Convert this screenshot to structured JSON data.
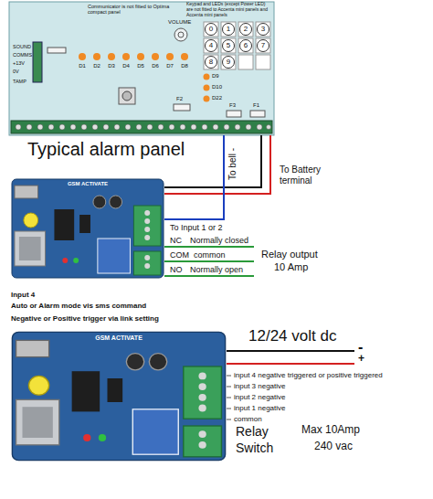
{
  "diagram": {
    "nodes": [
      {
        "text": [
          "Typical alarm panel"
        ]
      },
      {
        "text": [
          "GSM ACTIVATE"
        ]
      },
      {
        "text": [
          "GSM ACTIVATE"
        ]
      }
    ],
    "edges": [
      {
        "from": 1,
        "to": 0,
        "arrow": "none"
      },
      {
        "from": 1,
        "to": 0,
        "arrow": "none"
      },
      {
        "from": 1,
        "to": 0,
        "arrow": "none"
      }
    ],
    "labels": [
      "Communicator is not fitted to Optima compact panel",
      "Keypad and LEDs (except Power LED) are not fitted to Accenta mini panels and Accenta mini panels",
      "VOLUME",
      "SOUND",
      "COMMS",
      "+13V",
      "0V",
      "TAMP",
      "D1",
      "D2",
      "D3",
      "D4",
      "D5",
      "D6",
      "D7",
      "D8",
      "D9",
      "D10",
      "D22",
      "0",
      "1",
      "2",
      "3",
      "4",
      "5",
      "6",
      "7",
      "8",
      "9",
      "F3",
      "F1",
      "F2",
      "To Battery terminal",
      "To bell -",
      "To Input 1 or 2",
      "NC",
      "Normally closed",
      "COM",
      "common",
      "NO",
      "Normally open",
      "Relay output",
      "10 Amp",
      "Input 4",
      "Auto or Alarm mode vis sms command",
      "Negative or Positive trigger via link setting",
      "12/24 volt dc",
      "-",
      "+",
      "input 4 negative triggered or positive triggered",
      "input 3 negative",
      "input 2 negative",
      "input 1 negative",
      "common",
      "Relay",
      "Switch",
      "Max 10Amp",
      "240 vac"
    ]
  }
}
